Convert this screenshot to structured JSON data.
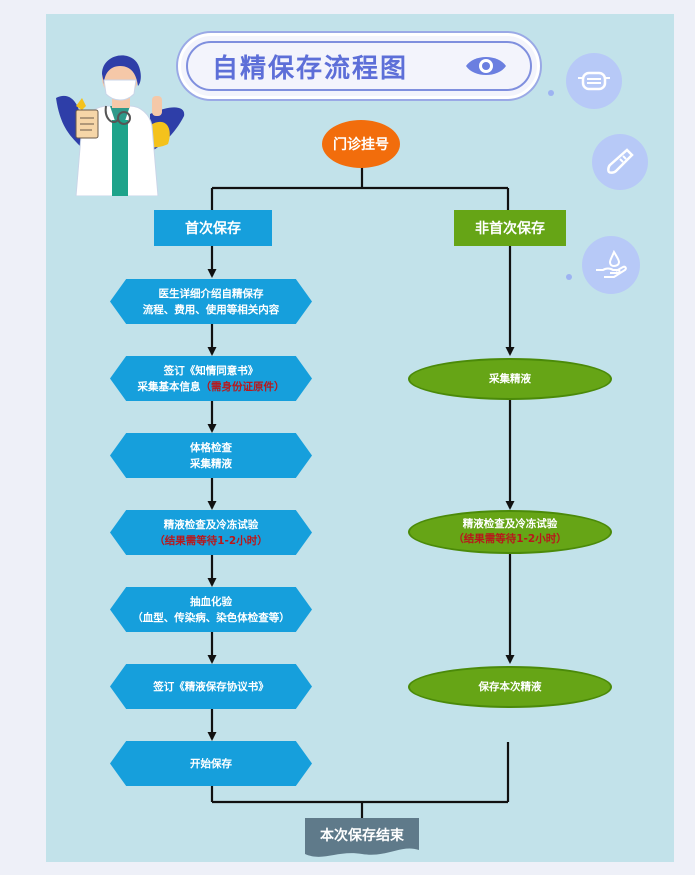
{
  "title": "自精保存流程图",
  "start": "门诊挂号",
  "branch_left": "首次保存",
  "branch_right": "非首次保存",
  "left_steps": [
    {
      "line1": "医生详细介绍自精保存",
      "line2": "流程、费用、使用等相关内容"
    },
    {
      "line1": "签订《知情同意书》",
      "line2a": "采集基本信息",
      "line2b": "（需身份证原件）"
    },
    {
      "line1": "体格检查",
      "line2": "采集精液"
    },
    {
      "line1": "精液检查及冷冻试验",
      "line2": "（结果需等待1-2小时）"
    },
    {
      "line1": "抽血化验",
      "line2": "（血型、传染病、染色体检查等）"
    },
    {
      "line1": "签订《精液保存协议书》"
    },
    {
      "line1": "开始保存"
    }
  ],
  "right_steps": [
    {
      "line1": "采集精液"
    },
    {
      "line1": "精液检查及冷冻试验",
      "line2": "（结果需等待1-2小时）"
    },
    {
      "line1": "保存本次精液"
    }
  ],
  "end": "本次保存结束",
  "icons": [
    "doctor-illustration",
    "eye-icon",
    "mask-icon",
    "thermometer-icon",
    "hand-wash-icon"
  ],
  "colors": {
    "left_branch": "#169fdc",
    "right_branch": "#66a516",
    "start": "#f26d0c",
    "end": "#5f7a8a",
    "warning_text": "#b8181c"
  }
}
